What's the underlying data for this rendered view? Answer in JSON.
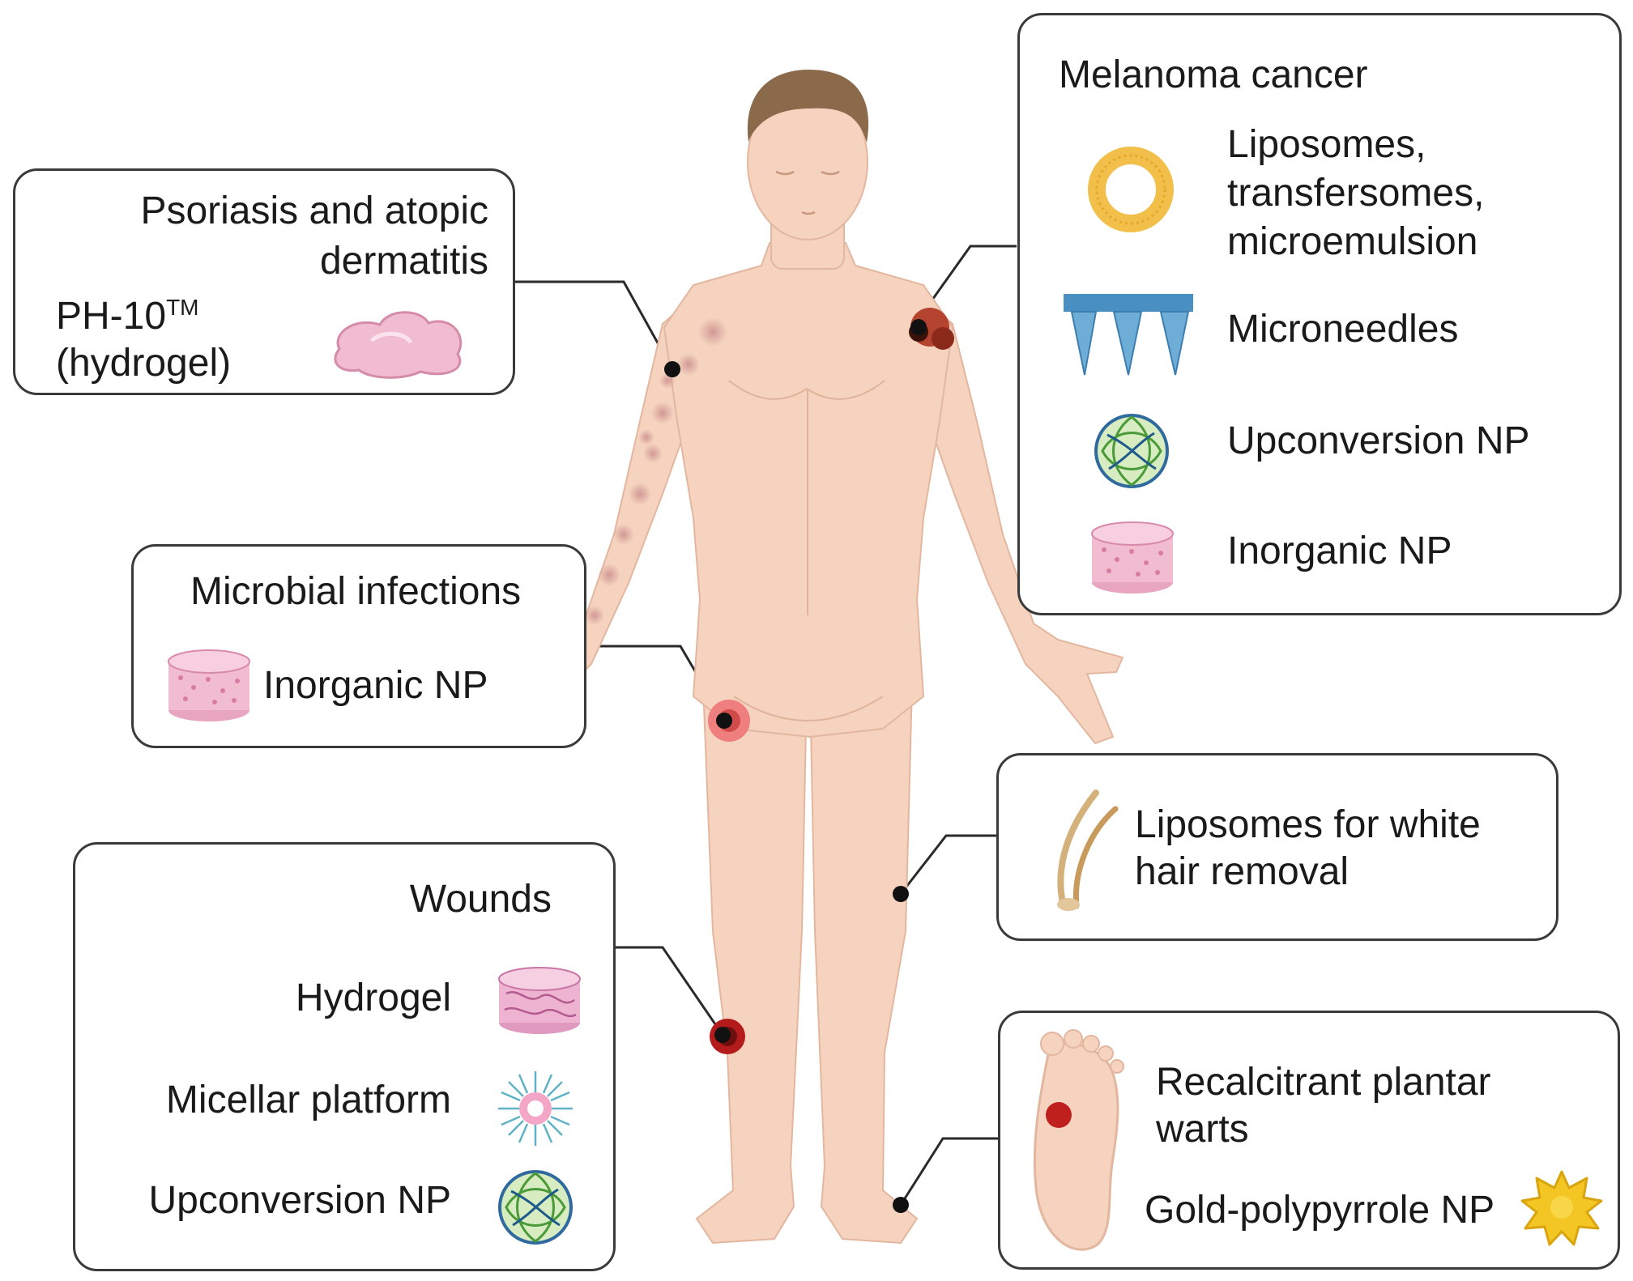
{
  "boxes": {
    "psoriasis": {
      "title_line1": "Psoriasis and atopic",
      "title_line2": "dermatitis",
      "item_line1_main": "PH-10",
      "item_line1_sup": "TM",
      "item_line2": "(hydrogel)"
    },
    "melanoma": {
      "title": "Melanoma cancer",
      "items": [
        {
          "line1": "Liposomes,",
          "line2": "transfersomes,",
          "line3": "microemulsion",
          "icon": "liposome-icon"
        },
        {
          "label": "Microneedles",
          "icon": "microneedle-icon"
        },
        {
          "label": "Upconversion NP",
          "icon": "upconversion-np-icon"
        },
        {
          "label": "Inorganic NP",
          "icon": "inorganic-np-icon"
        }
      ]
    },
    "microbial": {
      "title": "Microbial infections",
      "item": "Inorganic NP"
    },
    "hair": {
      "line1": "Liposomes for white",
      "line2": "hair removal"
    },
    "wounds": {
      "title": "Wounds",
      "items": [
        {
          "label": "Hydrogel",
          "icon": "hydrogel-icon"
        },
        {
          "label": "Micellar platform",
          "icon": "micelle-icon"
        },
        {
          "label": "Upconversion NP",
          "icon": "upconversion-np-icon"
        }
      ]
    },
    "warts": {
      "line1": "Recalcitrant plantar",
      "line2": "warts",
      "item": "Gold-polypyrrole NP"
    }
  },
  "colors": {
    "skin": "#f5d3bf",
    "skin_shadow": "#e8bca4",
    "hair": "#8b6a4c",
    "box_border": "#3a3a3a",
    "lesion_dark": "#8b1a1a",
    "lesion_red": "#e05555"
  }
}
